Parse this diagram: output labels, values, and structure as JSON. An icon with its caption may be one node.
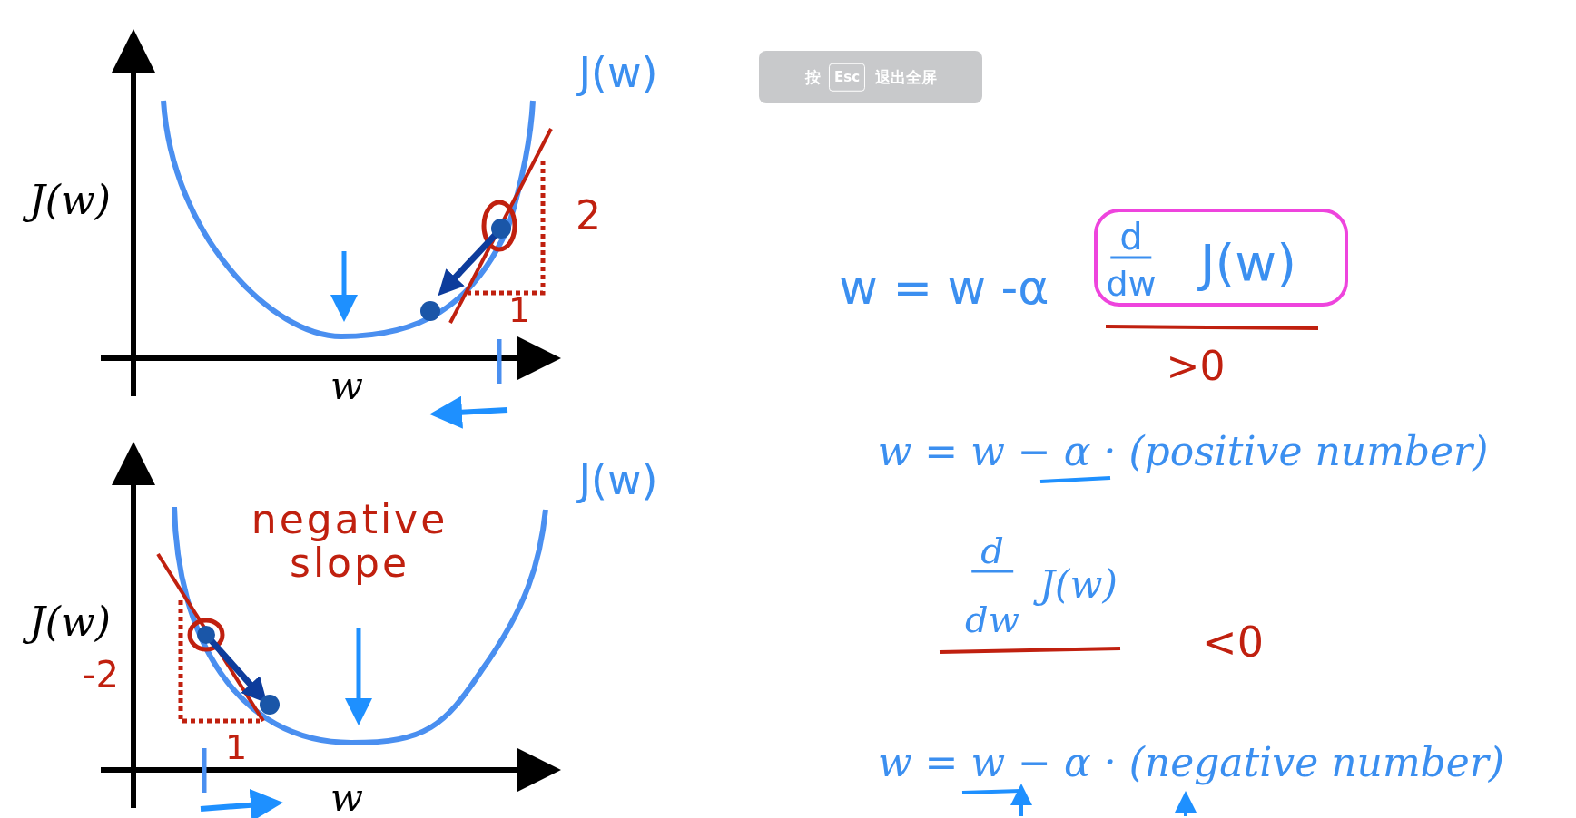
{
  "diagram": {
    "labels": [
      "J(w)",
      "J(w)",
      "2",
      "1",
      "w",
      "按",
      "Esc",
      "退出全屏",
      "w = w -α",
      "d",
      "dw",
      "J(w)",
      ">0",
      "J(w)",
      "negative slope",
      "w = w − α · (positive number)",
      "d",
      "dw",
      "J(w)",
      "J(w)",
      "-2",
      "<0",
      "1",
      "w",
      "w = w − α · (negative number)"
    ]
  }
}
